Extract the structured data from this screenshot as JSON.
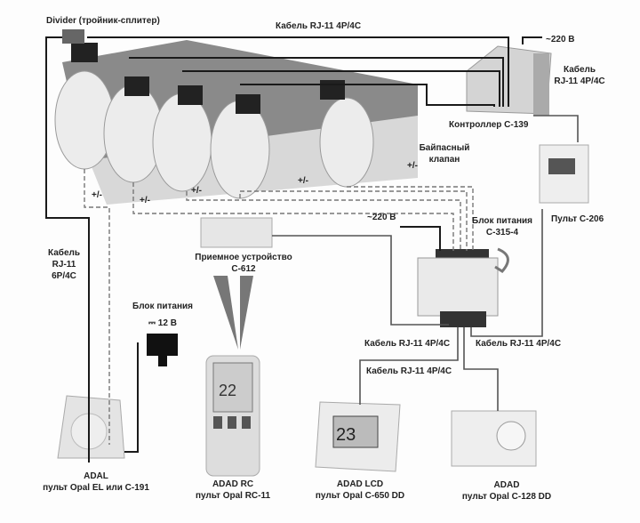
{
  "labels": {
    "divider": "Divider (тройник-сплитер)",
    "cable_top": "Кабель RJ-11 4P/4C",
    "v220_top": "~220 В",
    "cable_right_1": "Кабель",
    "cable_right_2": "RJ-11 4P/4C",
    "controller": "Контроллер С-139",
    "bypass_1": "Байпасный",
    "bypass_2": "клапан",
    "pult_c206": "Пульт С-206",
    "v220_mid": "~220 В",
    "psu_1": "Блок питания",
    "psu_2": "С-315-4",
    "receiver_1": "Приемное устройство",
    "receiver_2": "С-612",
    "cable_left_1": "Кабель",
    "cable_left_2": "RJ-11",
    "cable_left_3": "6P/4C",
    "psu12_1": "Блок питания",
    "psu12_2": "⎓ 12 В",
    "cable_psu_left": "Кабель RJ-11 4P/4C",
    "cable_psu_right": "Кабель RJ-11 4P/4C",
    "cable_psu_bottom": "Кабель RJ-11 4P/4C",
    "pm": "+/-"
  },
  "devices": [
    {
      "title": "ADAL",
      "subtitle": "пульт Opal EL или С-191"
    },
    {
      "title": "ADAD RC",
      "subtitle": "пульт Opal RC-11",
      "display": "22"
    },
    {
      "title": "ADAD LCD",
      "subtitle": "пульт Opal C-650 DD",
      "display": "23"
    },
    {
      "title": "ADAD",
      "subtitle": "пульт Opal C-128 DD"
    }
  ],
  "colors": {
    "wire": "#1a1a1a",
    "dashed": "#777777",
    "device": "#e4e4e4"
  }
}
